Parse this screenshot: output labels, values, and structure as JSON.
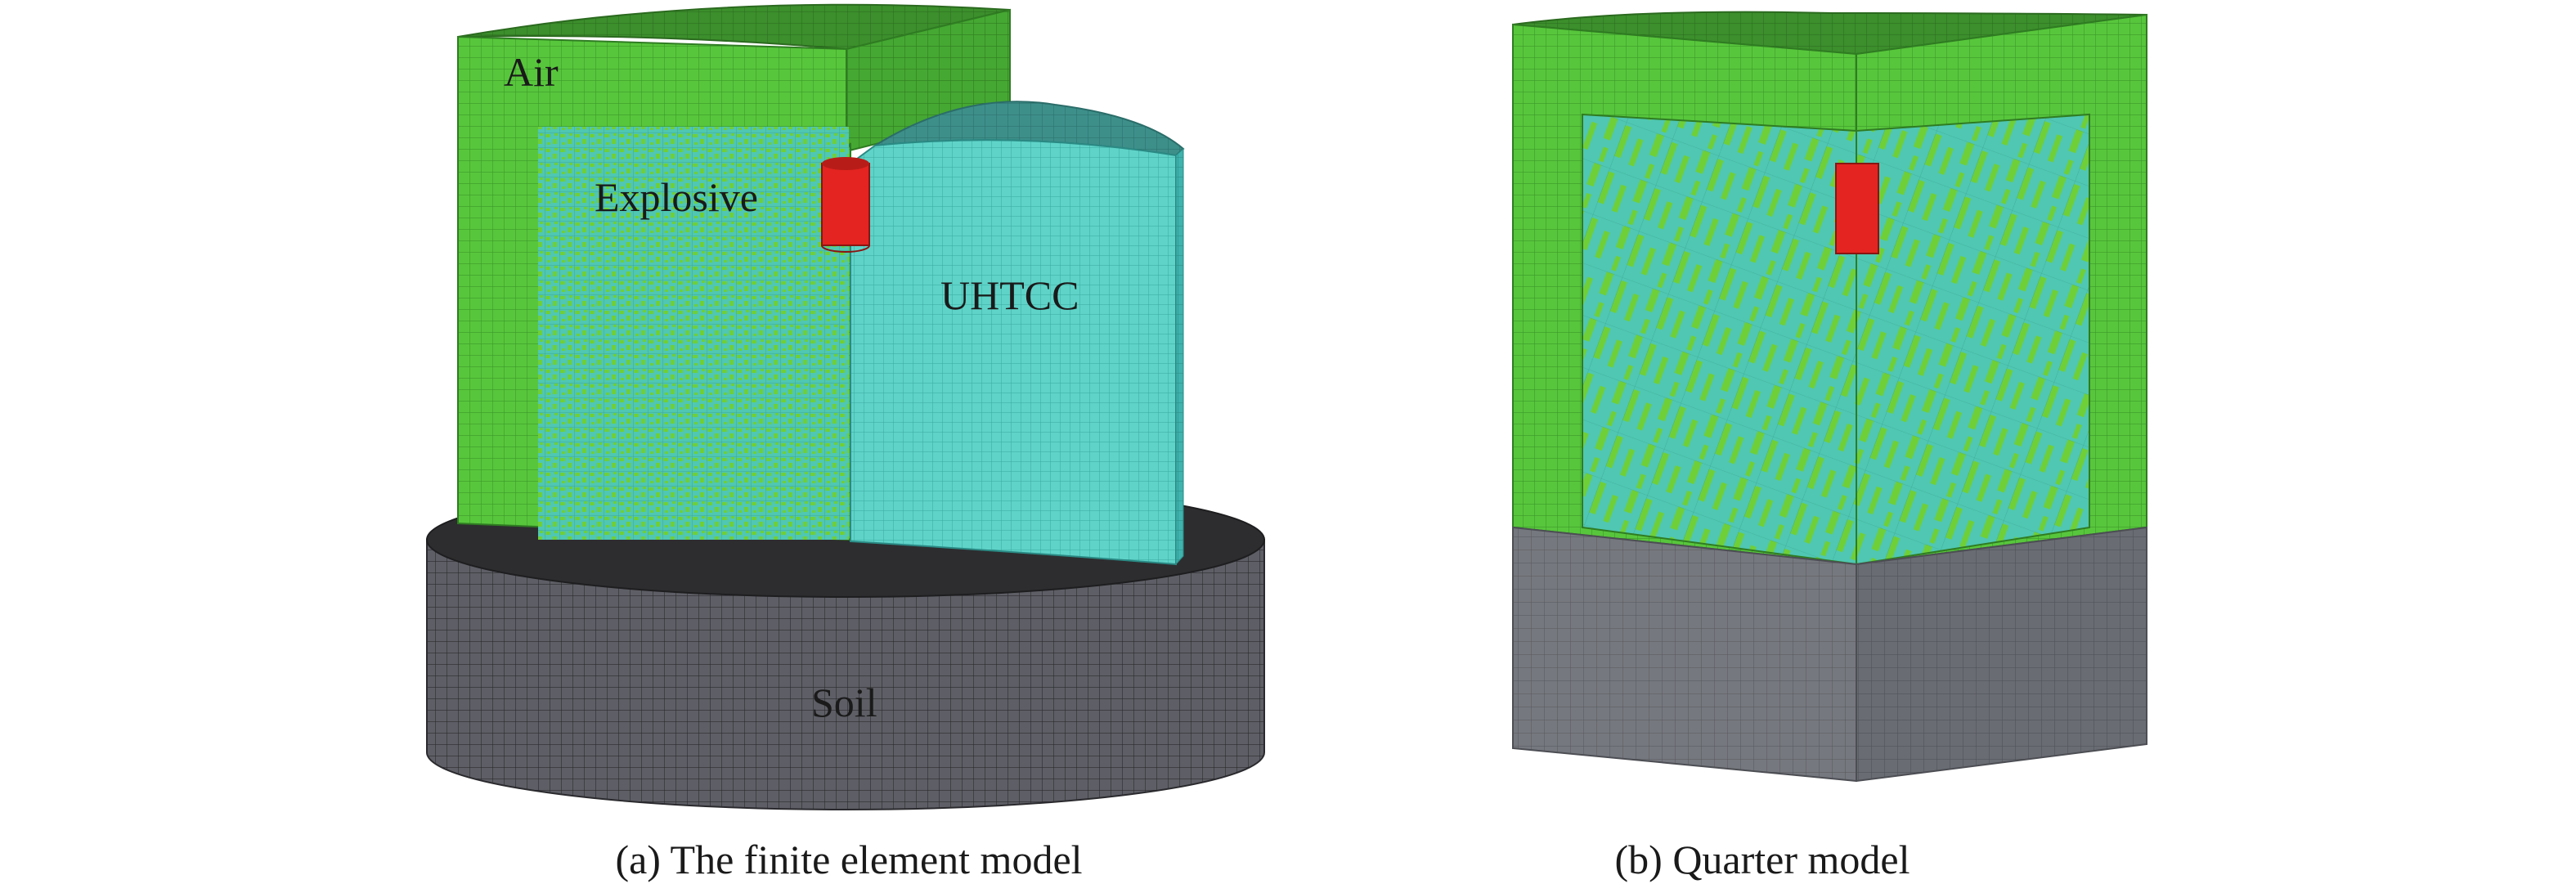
{
  "panels": [
    {
      "caption": "(a) The finite element model",
      "labels": {
        "air": "Air",
        "explosive": "Explosive",
        "uhtcc": "UHTCC",
        "soil": "Soil"
      }
    },
    {
      "caption": "(b) Quarter model"
    }
  ],
  "colors": {
    "air": "#58c63c",
    "air_top": "#3f9a2d",
    "air_side": "#48ad35",
    "explosive_base": "#4fc7b2",
    "explosive_dots": "#6fcf38",
    "uhtcc": "#5fd3c8",
    "uhtcc_top": "#3d8f8a",
    "uhtcc_side": "#3fb3ad",
    "detonator": "#e32420",
    "soil": "#5e5f66",
    "soil_top": "#2d2d2f",
    "soil_light": "#74767d",
    "mesh_line": "#2a2a2a"
  }
}
